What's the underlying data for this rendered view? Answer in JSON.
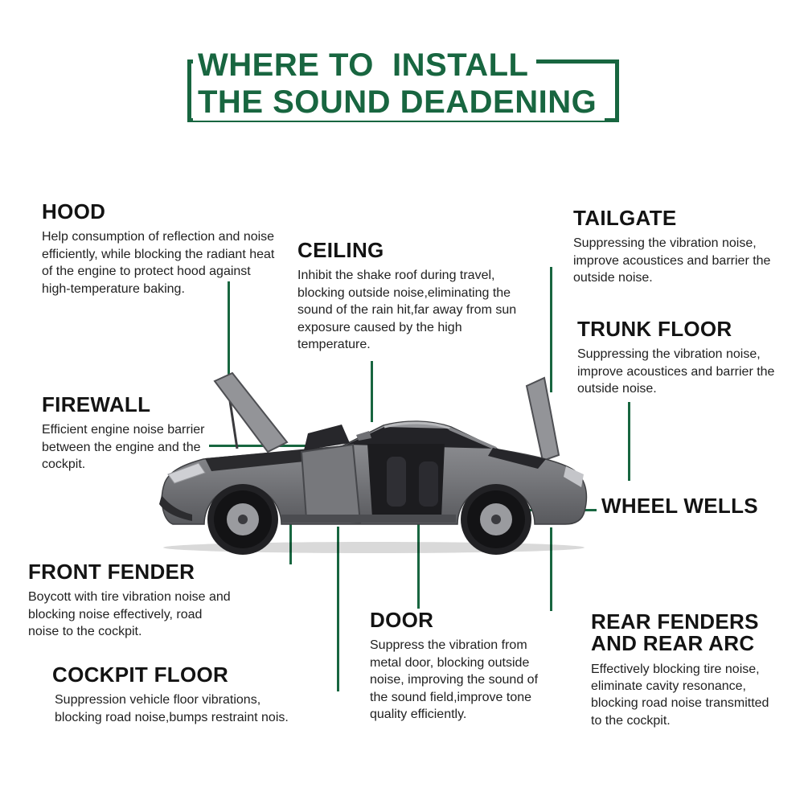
{
  "title": {
    "line1": "WHERE TO  INSTALL",
    "line2": "THE SOUND DEADENING"
  },
  "colors": {
    "accent_green": "#186640",
    "heading_text": "#131313",
    "body_text": "#212121",
    "background": "#ffffff",
    "car_body_gray": "#77787c"
  },
  "sections": {
    "hood": {
      "title": "HOOD",
      "desc": "Help consumption of reflection and noise efficiently, while blocking the radiant heat of the engine to protect hood against high-temperature baking."
    },
    "ceiling": {
      "title": "CEILING",
      "desc": "Inhibit the shake roof during travel, blocking outside noise,eliminating the sound of the rain hit,far away from sun exposure caused by the high temperature."
    },
    "tailgate": {
      "title": "TAILGATE",
      "desc": "Suppressing the vibration noise, improve acoustices and barrier the outside noise."
    },
    "trunk_floor": {
      "title": "TRUNK FLOOR",
      "desc": "Suppressing the vibration noise, improve acoustices and barrier the outside noise."
    },
    "firewall": {
      "title": "FIREWALL",
      "desc": "Efficient engine noise barrier between the engine and the cockpit."
    },
    "wheel_wells": {
      "title": "WHEEL WELLS"
    },
    "front_fender": {
      "title": "FRONT FENDER",
      "desc": "Boycott with tire vibration noise and blocking noise effectively, road noise to the cockpit."
    },
    "door": {
      "title": "DOOR",
      "desc": "Suppress the vibration from metal door, blocking outside noise, improving the sound of the sound field,improve tone quality efficiently."
    },
    "cockpit_floor": {
      "title": "COCKPIT FLOOR",
      "desc": "Suppression vehicle floor vibrations, blocking road noise,bumps restraint nois."
    },
    "rear_fenders": {
      "title_line1": "REAR FENDERS",
      "title_line2": "AND REAR ARC",
      "desc": "Effectively blocking tire noise, eliminate cavity resonance, blocking road noise transmitted to the cockpit."
    }
  }
}
